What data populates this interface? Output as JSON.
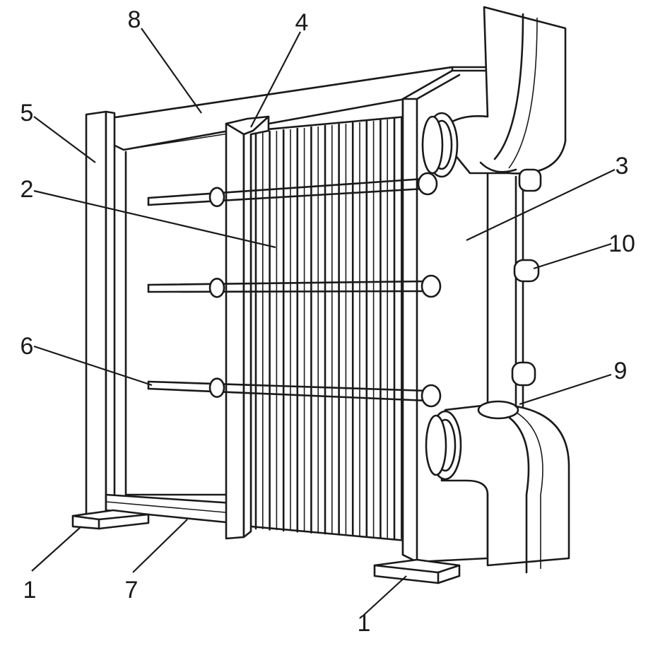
{
  "diagram": {
    "callouts": [
      {
        "id": "c1a",
        "text": "1"
      },
      {
        "id": "c1b",
        "text": "1"
      },
      {
        "id": "c2",
        "text": "2"
      },
      {
        "id": "c3",
        "text": "3"
      },
      {
        "id": "c4",
        "text": "4"
      },
      {
        "id": "c5",
        "text": "5"
      },
      {
        "id": "c6",
        "text": "6"
      },
      {
        "id": "c7",
        "text": "7"
      },
      {
        "id": "c8",
        "text": "8"
      },
      {
        "id": "c9",
        "text": "9"
      },
      {
        "id": "c10",
        "text": "10"
      }
    ],
    "colors": {
      "line": "#1a1a1a",
      "background": "#ffffff"
    }
  }
}
